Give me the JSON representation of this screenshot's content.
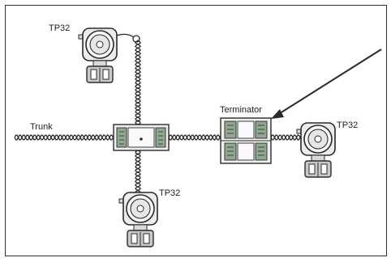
{
  "labels": {
    "device_top": "TP32",
    "device_bottom": "TP32",
    "device_right": "TP32",
    "trunk": "Trunk",
    "terminator": "Terminator"
  },
  "colors": {
    "line": "#2a2a2a",
    "gray": "#b0b0b0",
    "green": "#8fa88f",
    "light": "#f2f2f2"
  }
}
